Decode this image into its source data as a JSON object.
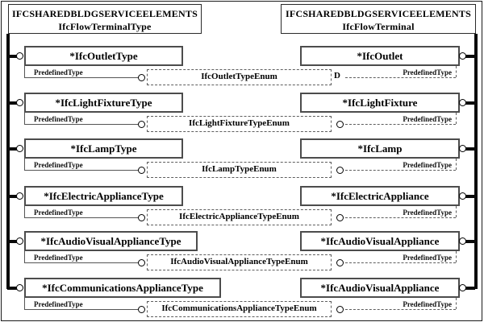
{
  "headers": {
    "left": {
      "line1": "IFCSHAREDBLDGSERVICEELEMENTS",
      "line2": "IfcFlowTerminalType"
    },
    "right": {
      "line1": "IFCSHAREDBLDGSERVICEELEMENTS",
      "line2": "IfcFlowTerminal"
    }
  },
  "labels": {
    "predefined": "PredefinedType",
    "d_connector": "D"
  },
  "colors": {
    "background": "#ffffff",
    "box_border": "#4c4c4c",
    "bus_line": "#0a0a0a",
    "dashed_border": "#5e5e5e",
    "text": "#000000"
  },
  "rows": [
    {
      "left": "*IfcOutletType",
      "enum": "IfcOutletTypeEnum",
      "right": "*IfcOutlet",
      "right_connector": "D"
    },
    {
      "left": "*IfcLightFixtureType",
      "enum": "IfcLightFixtureTypeEnum",
      "right": "*IfcLightFixture",
      "right_connector": "circle"
    },
    {
      "left": "*IfcLampType",
      "enum": "IfcLampTypeEnum",
      "right": "*IfcLamp",
      "right_connector": "circle"
    },
    {
      "left": "*IfcElectricApplianceType",
      "enum": "IfcElectricApplianceTypeEnum",
      "right": "*IfcElectricAppliance",
      "right_connector": "circle"
    },
    {
      "left": "*IfcAudioVisualApplianceType",
      "enum": "IfcAudioVisualApplianceTypeEnum",
      "right": "*IfcAudioVisualAppliance",
      "right_connector": "circle"
    },
    {
      "left": "*IfcCommunicationsApplianceType",
      "enum": "IfcCommunicationsApplianceTypeEnum",
      "right": "*IfcAudioVisualAppliance",
      "right_connector": "circle"
    }
  ]
}
